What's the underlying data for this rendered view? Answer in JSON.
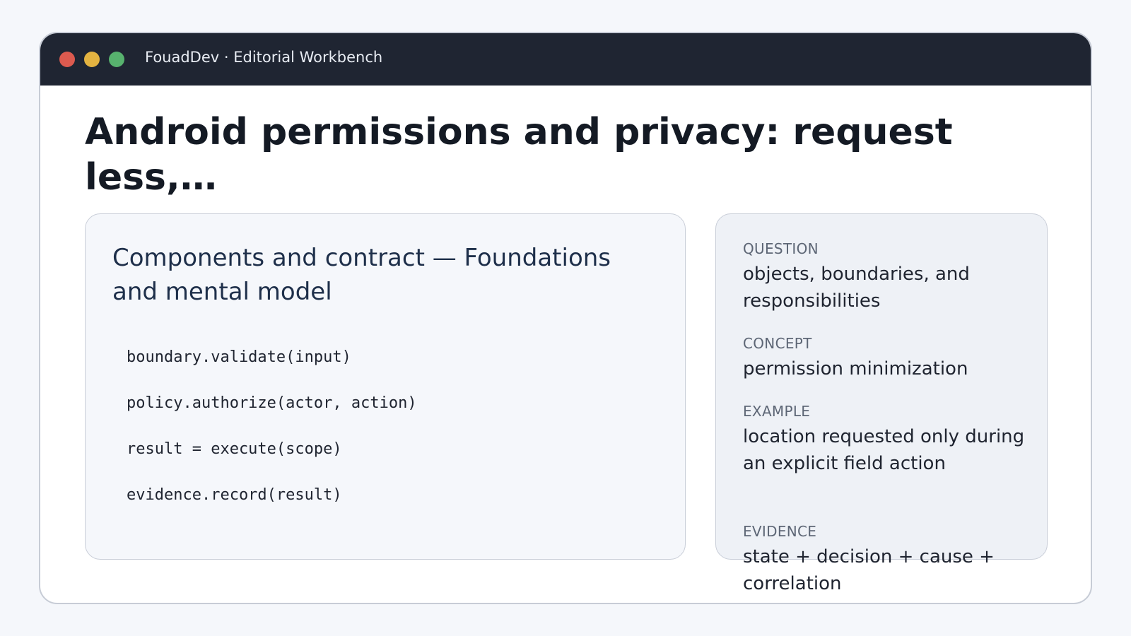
{
  "window": {
    "title": "FouadDev · Editorial Workbench",
    "controls": {
      "close": "close",
      "minimize": "minimize",
      "maximize": "maximize"
    }
  },
  "page": {
    "title": "Android permissions and privacy: request less,…"
  },
  "main_card": {
    "heading": "Components and contract — Foundations and mental model",
    "code": [
      "boundary.validate(input)",
      "policy.authorize(actor, action)",
      "result = execute(scope)",
      "evidence.record(result)"
    ]
  },
  "facts": [
    {
      "label": "QUESTION",
      "value": "objects, boundaries, and responsibilities"
    },
    {
      "label": "CONCEPT",
      "value": "permission minimization"
    },
    {
      "label": "EXAMPLE",
      "value": "location requested only during an explicit field action"
    },
    {
      "label": "EVIDENCE",
      "value": "state + decision + cause + correlation"
    }
  ],
  "colors": {
    "titlebar": "#1f2532",
    "close": "#dc5a4f",
    "minimize": "#e3b341",
    "maximize": "#57b26e",
    "heading": "#1e2f4a"
  }
}
